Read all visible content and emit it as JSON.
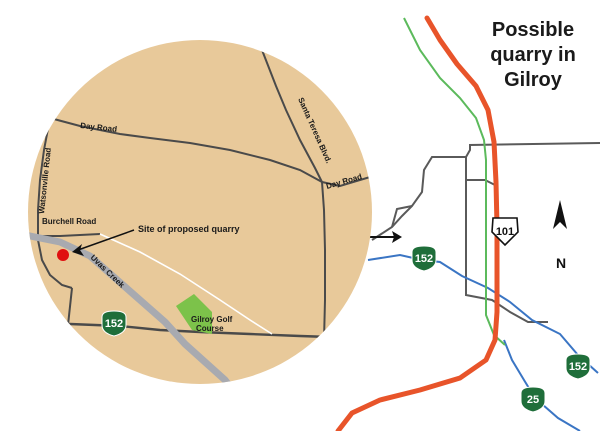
{
  "title": {
    "line1": "Possible",
    "line2": "quarry in",
    "line3": "Gilroy"
  },
  "inset": {
    "roads": {
      "day_road_top": "Day Road",
      "day_road_right": "Day Road",
      "santa_teresa": "Santa Teresa Blvd.",
      "watsonville": "Watsonville Road",
      "burchell": "Burchell Road"
    },
    "creek_label": "Uvas Creek",
    "site_label": "Site of proposed quarry",
    "golf_line1": "Gilroy Golf",
    "golf_line2": "Course"
  },
  "shields": {
    "inset_152": "152",
    "ca_152_main": "152",
    "ca_152_right": "152",
    "ca_25": "25",
    "us_101": "101"
  },
  "compass": {
    "north_label": "N"
  },
  "colors": {
    "inset_fill": "#e8c99a",
    "highway_red": "#e8542a",
    "railway_green": "#5cba5c",
    "road_blue": "#3a75c4",
    "road_gray": "#5a5a5a",
    "creek_gray": "#a8aab0",
    "quarry_dot": "#e01010",
    "golf_green": "#7cc24a",
    "shield_green": "#1f6e3a"
  }
}
